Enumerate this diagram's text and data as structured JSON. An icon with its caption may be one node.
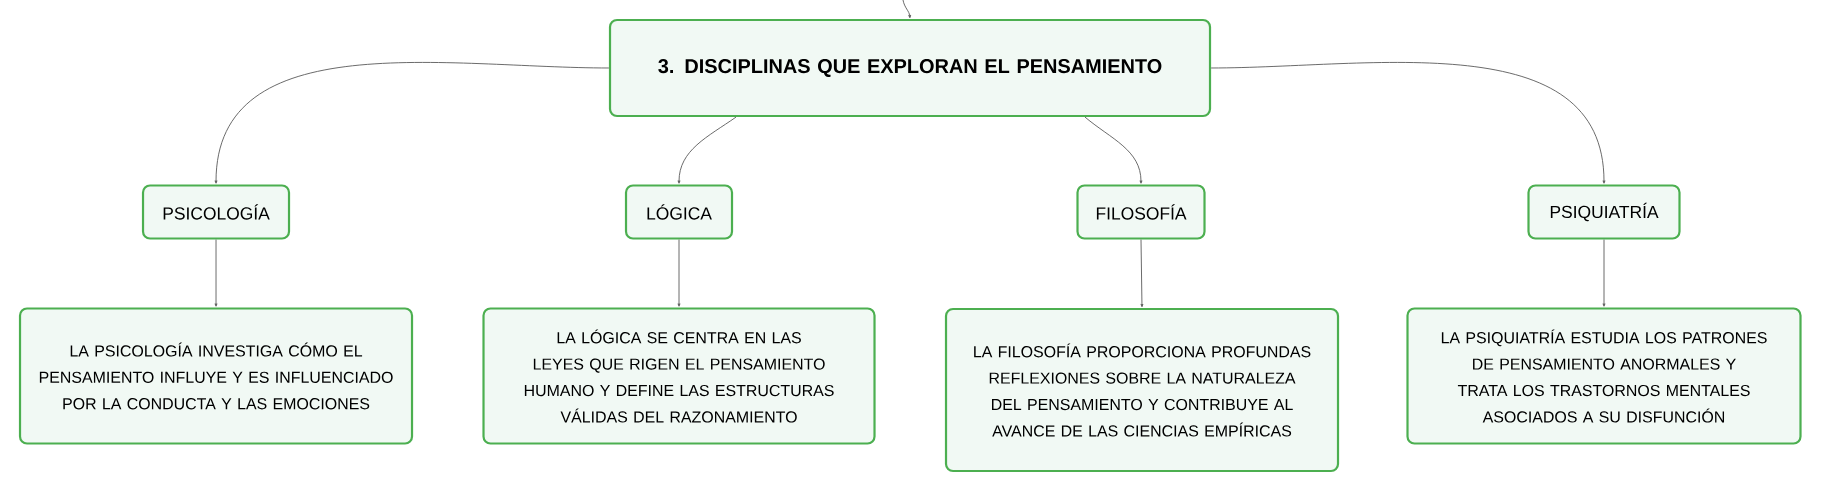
{
  "diagram": {
    "nodes": [
      {
        "text": [
          "3. DISCIPLINAS QUE EXPLORAN EL PENSAMIENTO"
        ]
      },
      {
        "text": [
          "PSICOLOGÍA"
        ]
      },
      {
        "text": [
          "LÓGICA"
        ]
      },
      {
        "text": [
          "FILOSOFÍA"
        ]
      },
      {
        "text": [
          "PSIQUIATRÍA"
        ]
      },
      {
        "text": [
          "LA PSICOLOGÍA INVESTIGA CÓMO EL PENSAMIENTO INFLUYE Y ES INFLUENCIADO POR LA CONDUCTA Y LAS EMOCIONES"
        ]
      },
      {
        "text": [
          "LA LÓGICA SE CENTRA EN LAS LEYES QUE RIGEN EL PENSAMIENTO HUMANO Y DEFINE LAS ESTRUCTURAS VÁLIDAS DEL RAZONAMIENTO"
        ]
      },
      {
        "text": [
          "LA FILOSOFÍA PROPORCIONA PROFUNDAS REFLEXIONES SOBRE LA NATURALEZA DEL PENSAMIENTO Y CONTRIBUYE AL AVANCE DE LAS CIENCIAS EMPÍRICAS"
        ]
      },
      {
        "text": [
          "LA PSIQUIATRÍA ESTUDIA LOS PATRONES DE PENSAMIENTO ANORMALES Y TRATA LOS TRASTORNOS MENTALES ASOCIADOS A SU DISFUNCIÓN"
        ]
      }
    ],
    "edges": [
      {
        "from": null,
        "to": 0,
        "arrow": "to"
      },
      {
        "from": 0,
        "to": 1,
        "arrow": "to"
      },
      {
        "from": 0,
        "to": 2,
        "arrow": "to"
      },
      {
        "from": 0,
        "to": 3,
        "arrow": "to"
      },
      {
        "from": 0,
        "to": 4,
        "arrow": "to"
      },
      {
        "from": 1,
        "to": 5,
        "arrow": "to"
      },
      {
        "from": 2,
        "to": 6,
        "arrow": "to"
      },
      {
        "from": 3,
        "to": 7,
        "arrow": "to"
      },
      {
        "from": 4,
        "to": 8,
        "arrow": "to"
      }
    ]
  }
}
